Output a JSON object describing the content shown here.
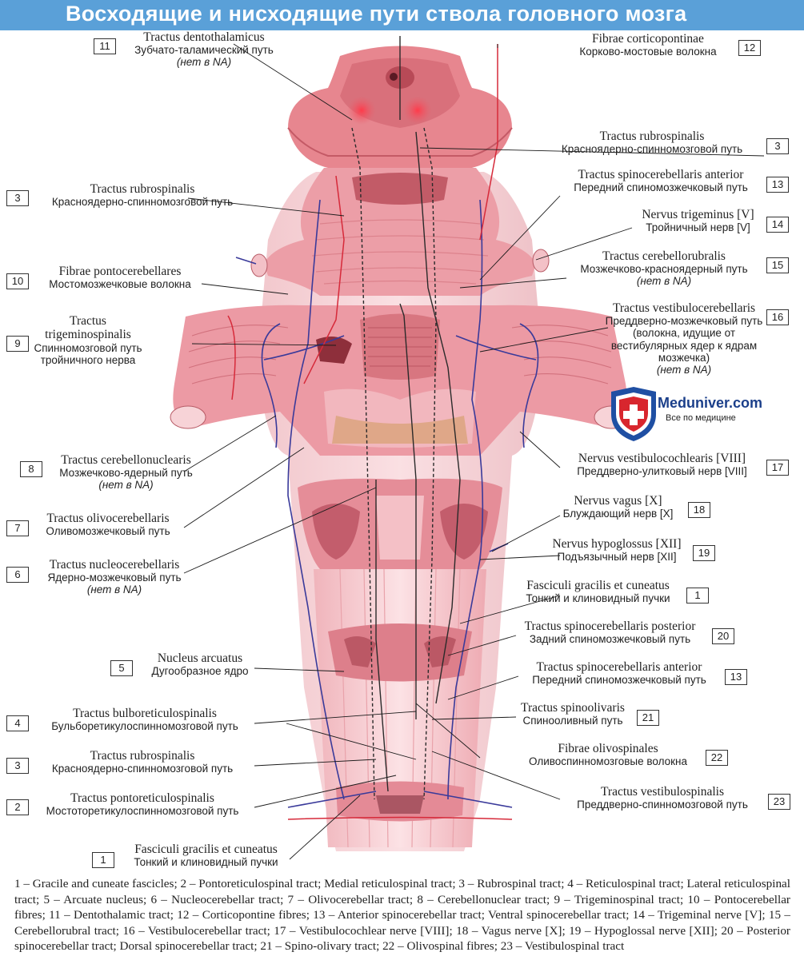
{
  "title": "Восходящие и нисходящие пути ствола головного мозга",
  "logo": {
    "name": "Meduniver.com",
    "tagline": "Все по медицине"
  },
  "labels": [
    {
      "num": "11",
      "lat": "Tractus dentothalamicus",
      "rus": "Зубчато-таламический путь",
      "na": "(нет в NA)"
    },
    {
      "num": "12",
      "lat": "Fibrae corticopontinae",
      "rus": "Корково-мостовые волокна"
    },
    {
      "num": "3",
      "lat": "Tractus rubrospinalis",
      "rus": "Красноядерно-спинномозговой путь"
    },
    {
      "num": "3",
      "lat": "Tractus rubrospinalis",
      "rus": "Красноядерно-спинномозговой путь"
    },
    {
      "num": "13",
      "lat": "Tractus spinocerebellaris anterior",
      "rus": "Передний спиномозжечковый путь"
    },
    {
      "num": "14",
      "lat": "Nervus trigeminus [V]",
      "rus": "Тройничный нерв [V]"
    },
    {
      "num": "10",
      "lat": "Fibrae pontocerebellares",
      "rus": "Мостомозжечковые волокна"
    },
    {
      "num": "15",
      "lat": "Tractus cerebellorubralis",
      "rus": "Мозжечково-красноядерный путь",
      "na": "(нет в NA)"
    },
    {
      "num": "9",
      "lat": "Tractus trigeminospinalis",
      "rus": "Спинномозговой путь тройничного нерва"
    },
    {
      "num": "16",
      "lat": "Tractus vestibulocerebellaris",
      "rus": "Преддверно-мозжечковый путь (волокна, идущие от вестибулярных ядер к ядрам мозжечка)",
      "na": "(нет в NA)"
    },
    {
      "num": "8",
      "lat": "Tractus cerebellonuclearis",
      "rus": "Мозжечково-ядерный путь",
      "na": "(нет в NA)"
    },
    {
      "num": "17",
      "lat": "Nervus vestibulocochlearis [VIII]",
      "rus": "Преддверно-улитковый нерв [VIII]"
    },
    {
      "num": "7",
      "lat": "Tractus olivocerebellaris",
      "rus": "Оливомозжечковый путь"
    },
    {
      "num": "18",
      "lat": "Nervus vagus [X]",
      "rus": "Блуждающий нерв [X]"
    },
    {
      "num": "19",
      "lat": "Nervus hypoglossus [XII]",
      "rus": "Подъязычный нерв [XII]"
    },
    {
      "num": "6",
      "lat": "Tractus nucleocerebellaris",
      "rus": "Ядерно-мозжечковый путь",
      "na": "(нет в NA)"
    },
    {
      "num": "1",
      "lat": "Fasciculi gracilis et cuneatus",
      "rus": "Тонкий и клиновидный пучки"
    },
    {
      "num": "20",
      "lat": "Tractus spinocerebellaris posterior",
      "rus": "Задний спиномозжечковый путь"
    },
    {
      "num": "5",
      "lat": "Nucleus arcuatus",
      "rus": "Дугообразное ядро"
    },
    {
      "num": "13",
      "lat": "Tractus spinocerebellaris anterior",
      "rus": "Передний спиномозжечковый путь"
    },
    {
      "num": "4",
      "lat": "Tractus bulboreticulospinalis",
      "rus": "Бульборетикулоспинномозговой путь"
    },
    {
      "num": "21",
      "lat": "Tractus spinoolivaris",
      "rus": "Спинооливный путь"
    },
    {
      "num": "3",
      "lat": "Tractus rubrospinalis",
      "rus": "Красноядерно-спинномозговой путь"
    },
    {
      "num": "22",
      "lat": "Fibrae olivospinales",
      "rus": "Оливоспинномозговые волокна"
    },
    {
      "num": "2",
      "lat": "Tractus pontoreticulospinalis",
      "rus": "Мостоторетикулоспинномозговой путь"
    },
    {
      "num": "23",
      "lat": "Tractus vestibulospinalis",
      "rus": "Преддверно-спинномозговой путь"
    },
    {
      "num": "1",
      "lat": "Fasciculi gracilis et cuneatus",
      "rus": "Тонкий и клиновидный пучки"
    }
  ],
  "caption": "1 – Gracile and cuneate fascicles; 2 – Pontoreticulospinal tract; Medial reticulospinal tract; 3 – Rubrospinal tract; 4 – Reticulospinal tract; Lateral reticulospinal tract; 5 – Arcuate nucleus; 6 – Nucleocerebellar tract; 7 – Olivocerebellar tract; 8 – Cerebellonuclear tract; 9 – Trigeminospinal tract; 10 – Pontocerebellar fibres; 11 – Dentothalamic tract; 12 – Corticopontine fibres; 13 – Anterior spinocerebellar tract; Ventral spinocerebellar tract; 14 – Trigeminal nerve [V]; 15 – Cerebellorubral tract; 16 – Vestibulocerebellar tract; 17 – Vestibulocochlear nerve [VIII]; 18 – Vagus nerve [X]; 19 – Hypoglossal nerve [XII]; 20 – Posterior spinocerebellar tract; Dorsal spinocerebellar tract; 21 – Spino-olivary tract; 22 – Olivospinal fibres; 23 – Vestibulospinal tract"
}
